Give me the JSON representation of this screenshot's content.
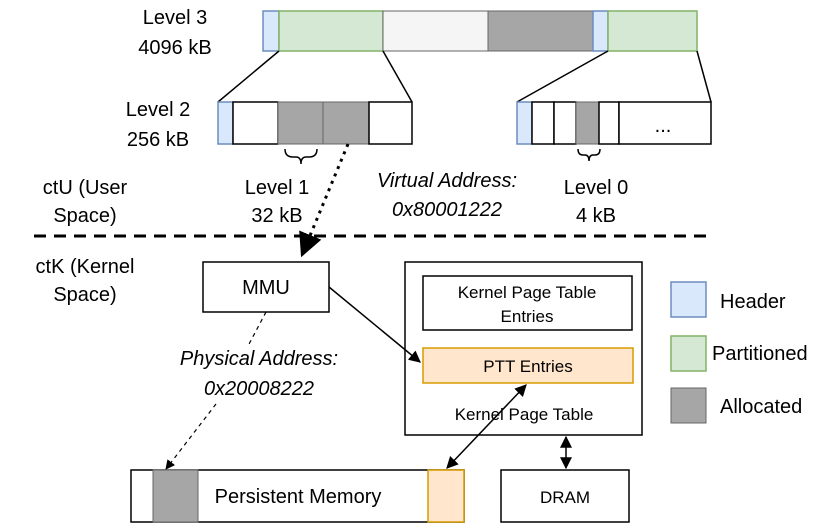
{
  "colors": {
    "header": "#dae8fc",
    "header_stroke": "#6c8ebf",
    "partitioned": "#d5e8d4",
    "partitioned_stroke": "#82b366",
    "allocated": "#a6a6a6",
    "free_gray": "#f5f5f5",
    "ptt": "#ffe6cc",
    "ptt_stroke": "#d79b00"
  },
  "levels": {
    "level3": {
      "name": "Level 3",
      "size": "4096  kB"
    },
    "level2": {
      "name": "Level 2",
      "size": "256 kB"
    },
    "level1": {
      "name": "Level 1",
      "size": "32 kB"
    },
    "level0": {
      "name": "Level 0",
      "size": "4 kB"
    },
    "ellipsis": "..."
  },
  "spaces": {
    "user_line1": "ctU (User",
    "user_line2": "Space)",
    "kernel_line1": "ctK (Kernel",
    "kernel_line2": "Space)"
  },
  "virtual_address": {
    "label": "Virtual Address:",
    "value": "0x80001222"
  },
  "physical_address": {
    "label": "Physical Address:",
    "value": "0x20008222"
  },
  "boxes": {
    "mmu": "MMU",
    "kpt_entries_line1": "Kernel Page Table",
    "kpt_entries_line2": "Entries",
    "ptt_entries": "PTT Entries",
    "kernel_page_table": "Kernel Page Table",
    "persistent_memory": "Persistent Memory",
    "dram": "DRAM"
  },
  "legend": {
    "header": "Header",
    "partitioned": "Partitioned",
    "allocated": "Allocated"
  }
}
